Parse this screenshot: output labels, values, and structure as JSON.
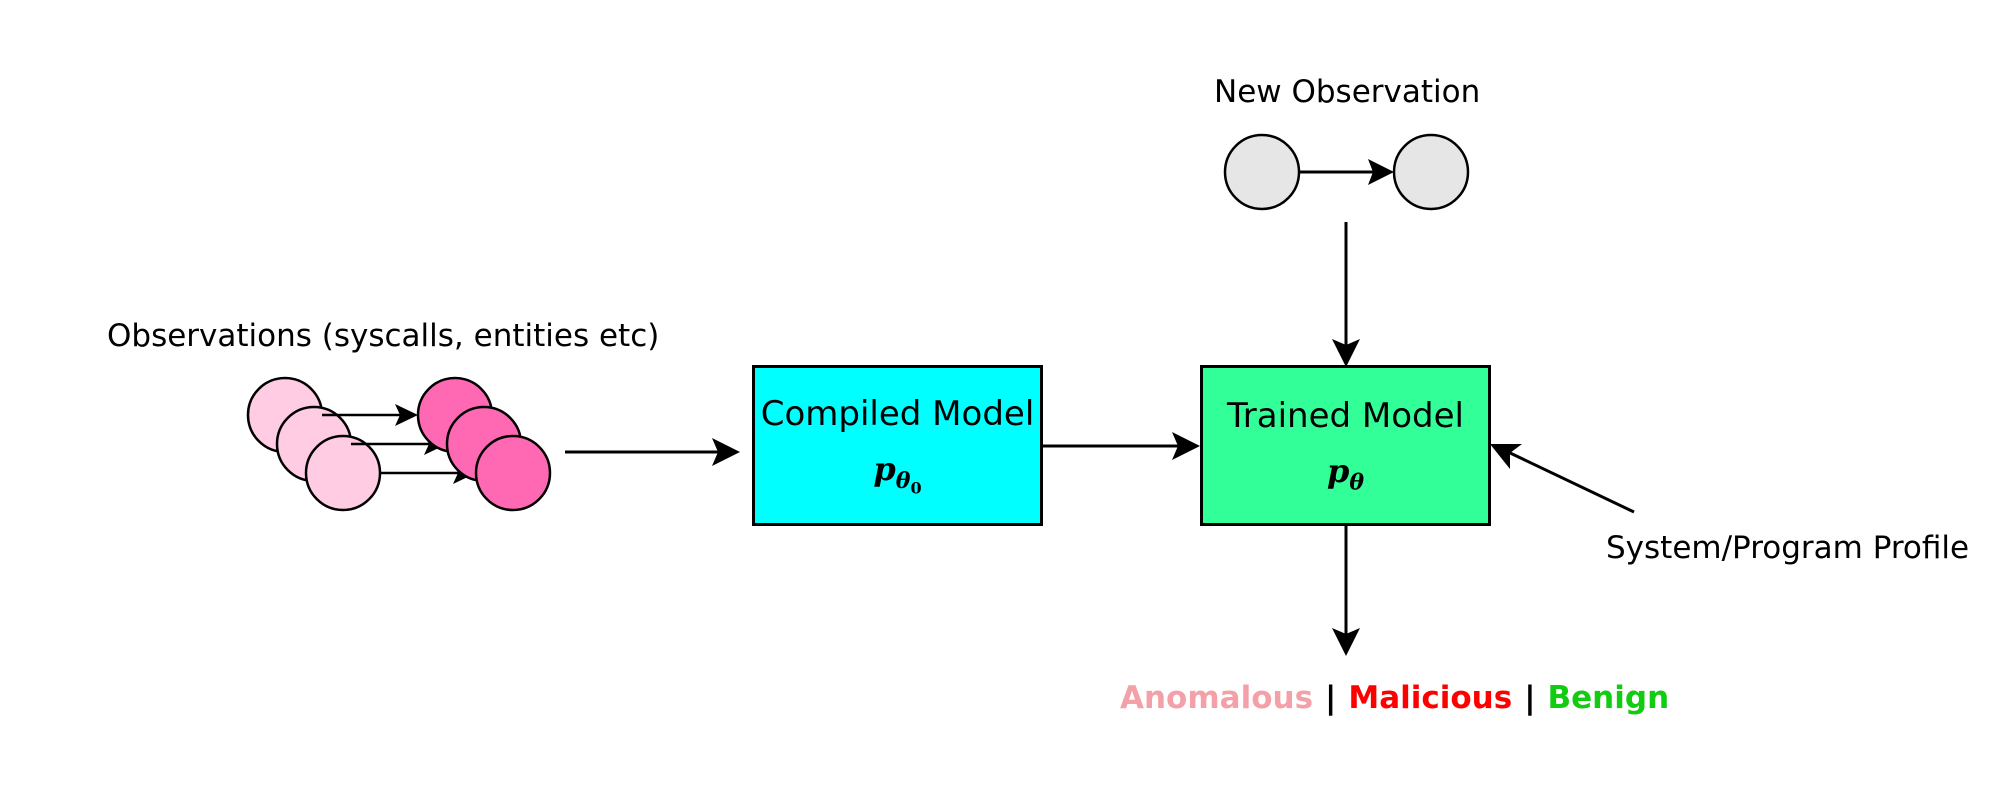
{
  "observations_label": "Observations (syscalls, entities etc)",
  "new_observation_label": "New Observation",
  "compiled_model": {
    "title": "Compiled Model",
    "symbol": "p",
    "subscript": "θ",
    "sub_subscript": "0",
    "fill_color": "#00FFFF"
  },
  "trained_model": {
    "title": "Trained Model",
    "symbol": "p",
    "subscript": "θ",
    "fill_color": "#33FF99"
  },
  "profile_label": "System/Program Profile",
  "outcomes": [
    {
      "label": "Anomalous",
      "color": "#F4A0A8"
    },
    {
      "label": "Malicious",
      "color": "#FF0000"
    },
    {
      "label": "Benign",
      "color": "#11CC11"
    }
  ],
  "separator": "|",
  "colors": {
    "light_pink_node": "#FFCCE3",
    "dark_pink_node": "#FF69B4",
    "grey_node": "#E6E6E6"
  }
}
